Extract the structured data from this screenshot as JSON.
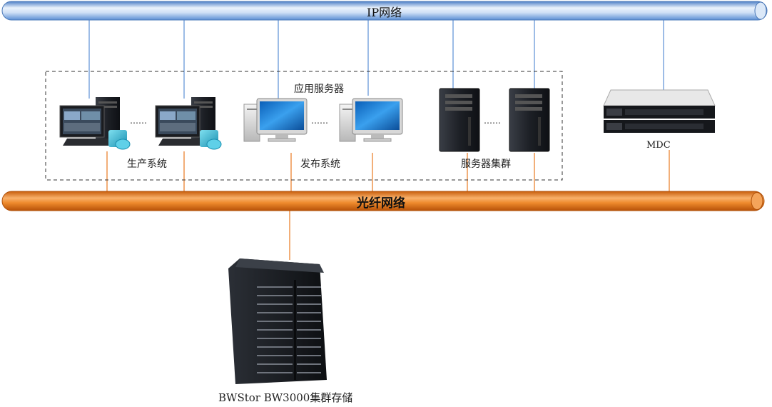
{
  "networks": {
    "ip": {
      "label": "IP网络",
      "color": "#5b8fd4"
    },
    "fiber": {
      "label": "光纤网络",
      "color": "#e8791f"
    }
  },
  "groups": {
    "app_servers": {
      "label": "应用服务器"
    }
  },
  "nodes": {
    "production": {
      "label": "生产系统",
      "icon": "workstation-icon"
    },
    "publishing": {
      "label": "发布系统",
      "icon": "desktop-pc-icon"
    },
    "cluster": {
      "label": "服务器集群",
      "icon": "tower-server-icon"
    },
    "mdc": {
      "label": "MDC",
      "icon": "rack-server-icon"
    },
    "storage": {
      "label": "BWStor BW3000集群存储",
      "icon": "storage-rack-icon"
    }
  },
  "ellipsis": "……"
}
